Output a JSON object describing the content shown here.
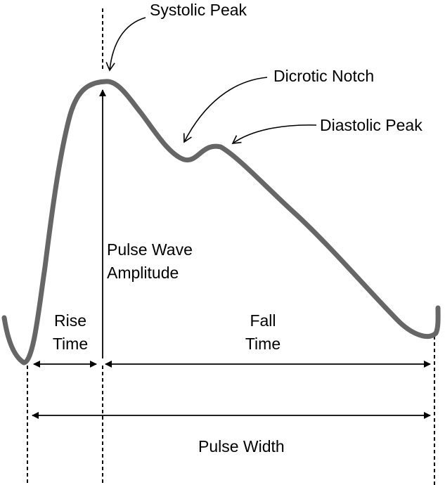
{
  "labels": {
    "systolic_peak": "Systolic Peak",
    "dicrotic_notch": "Dicrotic Notch",
    "diastolic_peak": "Diastolic Peak",
    "amplitude_line1": "Pulse Wave",
    "amplitude_line2": "Amplitude",
    "rise_line1": "Rise",
    "rise_line2": "Time",
    "fall_line1": "Fall",
    "fall_line2": "Time",
    "pulse_width": "Pulse Width"
  },
  "colors": {
    "waveform": "#666666",
    "lines": "#000000",
    "text": "#000000"
  }
}
